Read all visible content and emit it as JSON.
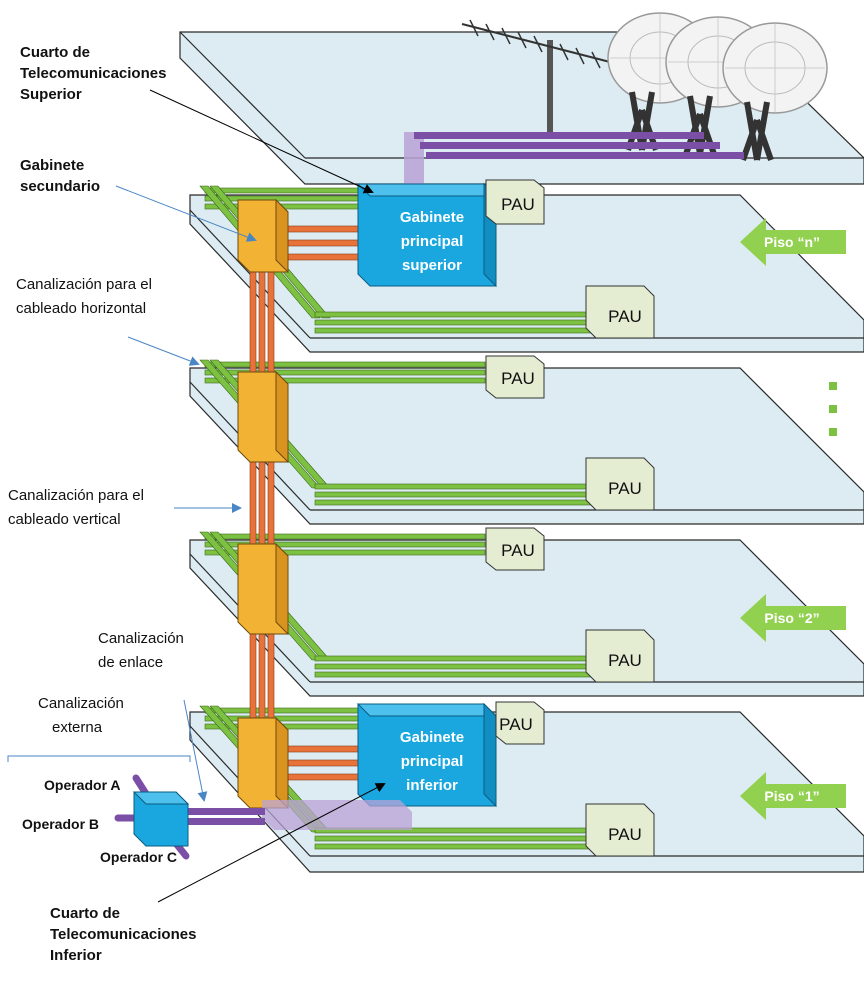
{
  "labels": {
    "cuarto_superior": [
      "Cuarto de",
      "Telecomunicaciones",
      "Superior"
    ],
    "gabinete_secundario": [
      "Gabinete",
      "secundario"
    ],
    "canal_horizontal": [
      "Canalización para el",
      "cableado horizontal"
    ],
    "canal_vertical": [
      "Canalización para el",
      "cableado vertical"
    ],
    "canal_enlace": [
      "Canalización",
      "de enlace"
    ],
    "canal_externa": [
      "Canalización",
      "externa"
    ],
    "cuarto_inferior": [
      "Cuarto de",
      "Telecomunicaciones",
      "Inferior"
    ]
  },
  "cabinets": {
    "superior": [
      "Gabinete",
      "principal",
      "superior"
    ],
    "inferior": [
      "Gabinete",
      "principal",
      "inferior"
    ]
  },
  "pau_label": "PAU",
  "floors": [
    {
      "name": "Piso “n”"
    },
    {
      "name": "Piso “2”"
    },
    {
      "name": "Piso “1”"
    }
  ],
  "operators": [
    "Operador A",
    "Operador B",
    "Operador C"
  ],
  "colors": {
    "slab_top": "#dcecf2",
    "slab_edge": "#b9cfd8",
    "green_conduit": "#7dc142",
    "orange_conduit": "#e8733a",
    "purple_conduit": "#7b4fa6",
    "cabinet_blue": "#1aa7e0",
    "secondary_cabinet": "#f2b233",
    "pau_box": "#e4ecd2",
    "arrow_green": "#92d050",
    "ellipsis_green": "#7dc142"
  }
}
